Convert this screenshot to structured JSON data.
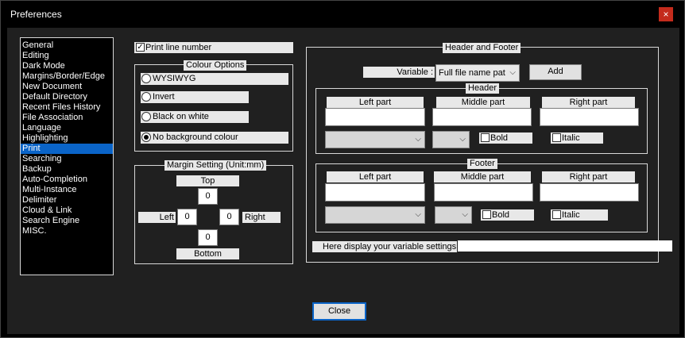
{
  "window": {
    "title": "Preferences",
    "close_glyph": "×"
  },
  "nav": {
    "items": [
      "General",
      "Editing",
      "Dark Mode",
      "Margins/Border/Edge",
      "New Document",
      "Default Directory",
      "Recent Files History",
      "File Association",
      "Language",
      "Highlighting",
      "Print",
      "Searching",
      "Backup",
      "Auto-Completion",
      "Multi-Instance",
      "Delimiter",
      "Cloud & Link",
      "Search Engine",
      "MISC."
    ],
    "selected": "Print"
  },
  "print": {
    "print_line_number": {
      "label": "Print line number",
      "checked": true
    },
    "colour_options": {
      "title": "Colour Options",
      "options": [
        "WYSIWYG",
        "Invert",
        "Black on white",
        "No background colour"
      ],
      "selected": "No background colour"
    },
    "margin": {
      "title": "Margin Setting (Unit:mm)",
      "top_label": "Top",
      "left_label": "Left",
      "right_label": "Right",
      "bottom_label": "Bottom",
      "top": "0",
      "left": "0",
      "right": "0",
      "bottom": "0"
    }
  },
  "header_footer": {
    "title": "Header and Footer",
    "variable_label": "Variable :",
    "variable_value": "Full file name pat",
    "add_label": "Add",
    "header": {
      "title": "Header",
      "left_label": "Left part",
      "middle_label": "Middle part",
      "right_label": "Right part",
      "bold_label": "Bold",
      "italic_label": "Italic"
    },
    "footer": {
      "title": "Footer",
      "left_label": "Left part",
      "middle_label": "Middle part",
      "right_label": "Right part",
      "bold_label": "Bold",
      "italic_label": "Italic"
    },
    "variable_display": "Here display your variable settings"
  },
  "footer_buttons": {
    "close_label": "Close"
  },
  "colors": {
    "accent": "#0a64c8",
    "close_red": "#c42b1c",
    "panel": "#202020"
  }
}
